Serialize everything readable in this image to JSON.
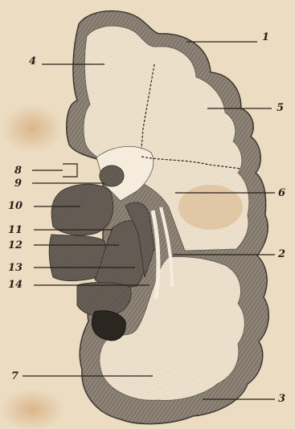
{
  "figure": {
    "labels": {
      "l1": "1",
      "l2": "2",
      "l3": "3",
      "l4": "4",
      "l5": "5",
      "l6": "6",
      "l7": "7",
      "l8": "8",
      "l9": "9",
      "l10": "10",
      "l11": "11",
      "l12": "12",
      "l13": "13",
      "l14": "14"
    },
    "colors": {
      "paper": "#ecdcc2",
      "cortex": "#8d8376",
      "white_matter": "#efe3cf",
      "deep_nuclei": "#6b635a",
      "ink": "#2a1f17",
      "stain": "#d9b98d"
    }
  }
}
